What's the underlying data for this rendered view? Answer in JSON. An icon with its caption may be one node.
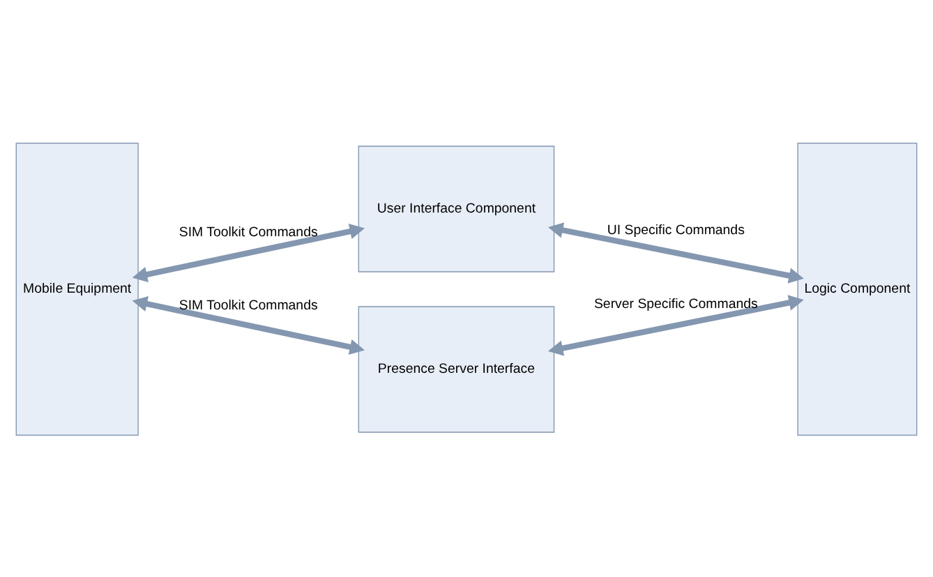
{
  "diagram": {
    "nodes": [
      {
        "text": [
          "Mobile Equipment"
        ]
      },
      {
        "text": [
          "User Interface Component"
        ]
      },
      {
        "text": [
          "Presence Server Interface"
        ]
      },
      {
        "text": [
          "Logic Component"
        ]
      }
    ],
    "edges": [
      {
        "from": 0,
        "to": 1,
        "arrow": "both",
        "label": "SIM Toolkit Commands"
      },
      {
        "from": 1,
        "to": 3,
        "arrow": "both",
        "label": "UI Specific Commands"
      },
      {
        "from": 0,
        "to": 2,
        "arrow": "both",
        "label": "SIM Toolkit Commands"
      },
      {
        "from": 2,
        "to": 3,
        "arrow": "both",
        "label": "Server Specific Commands"
      }
    ]
  }
}
